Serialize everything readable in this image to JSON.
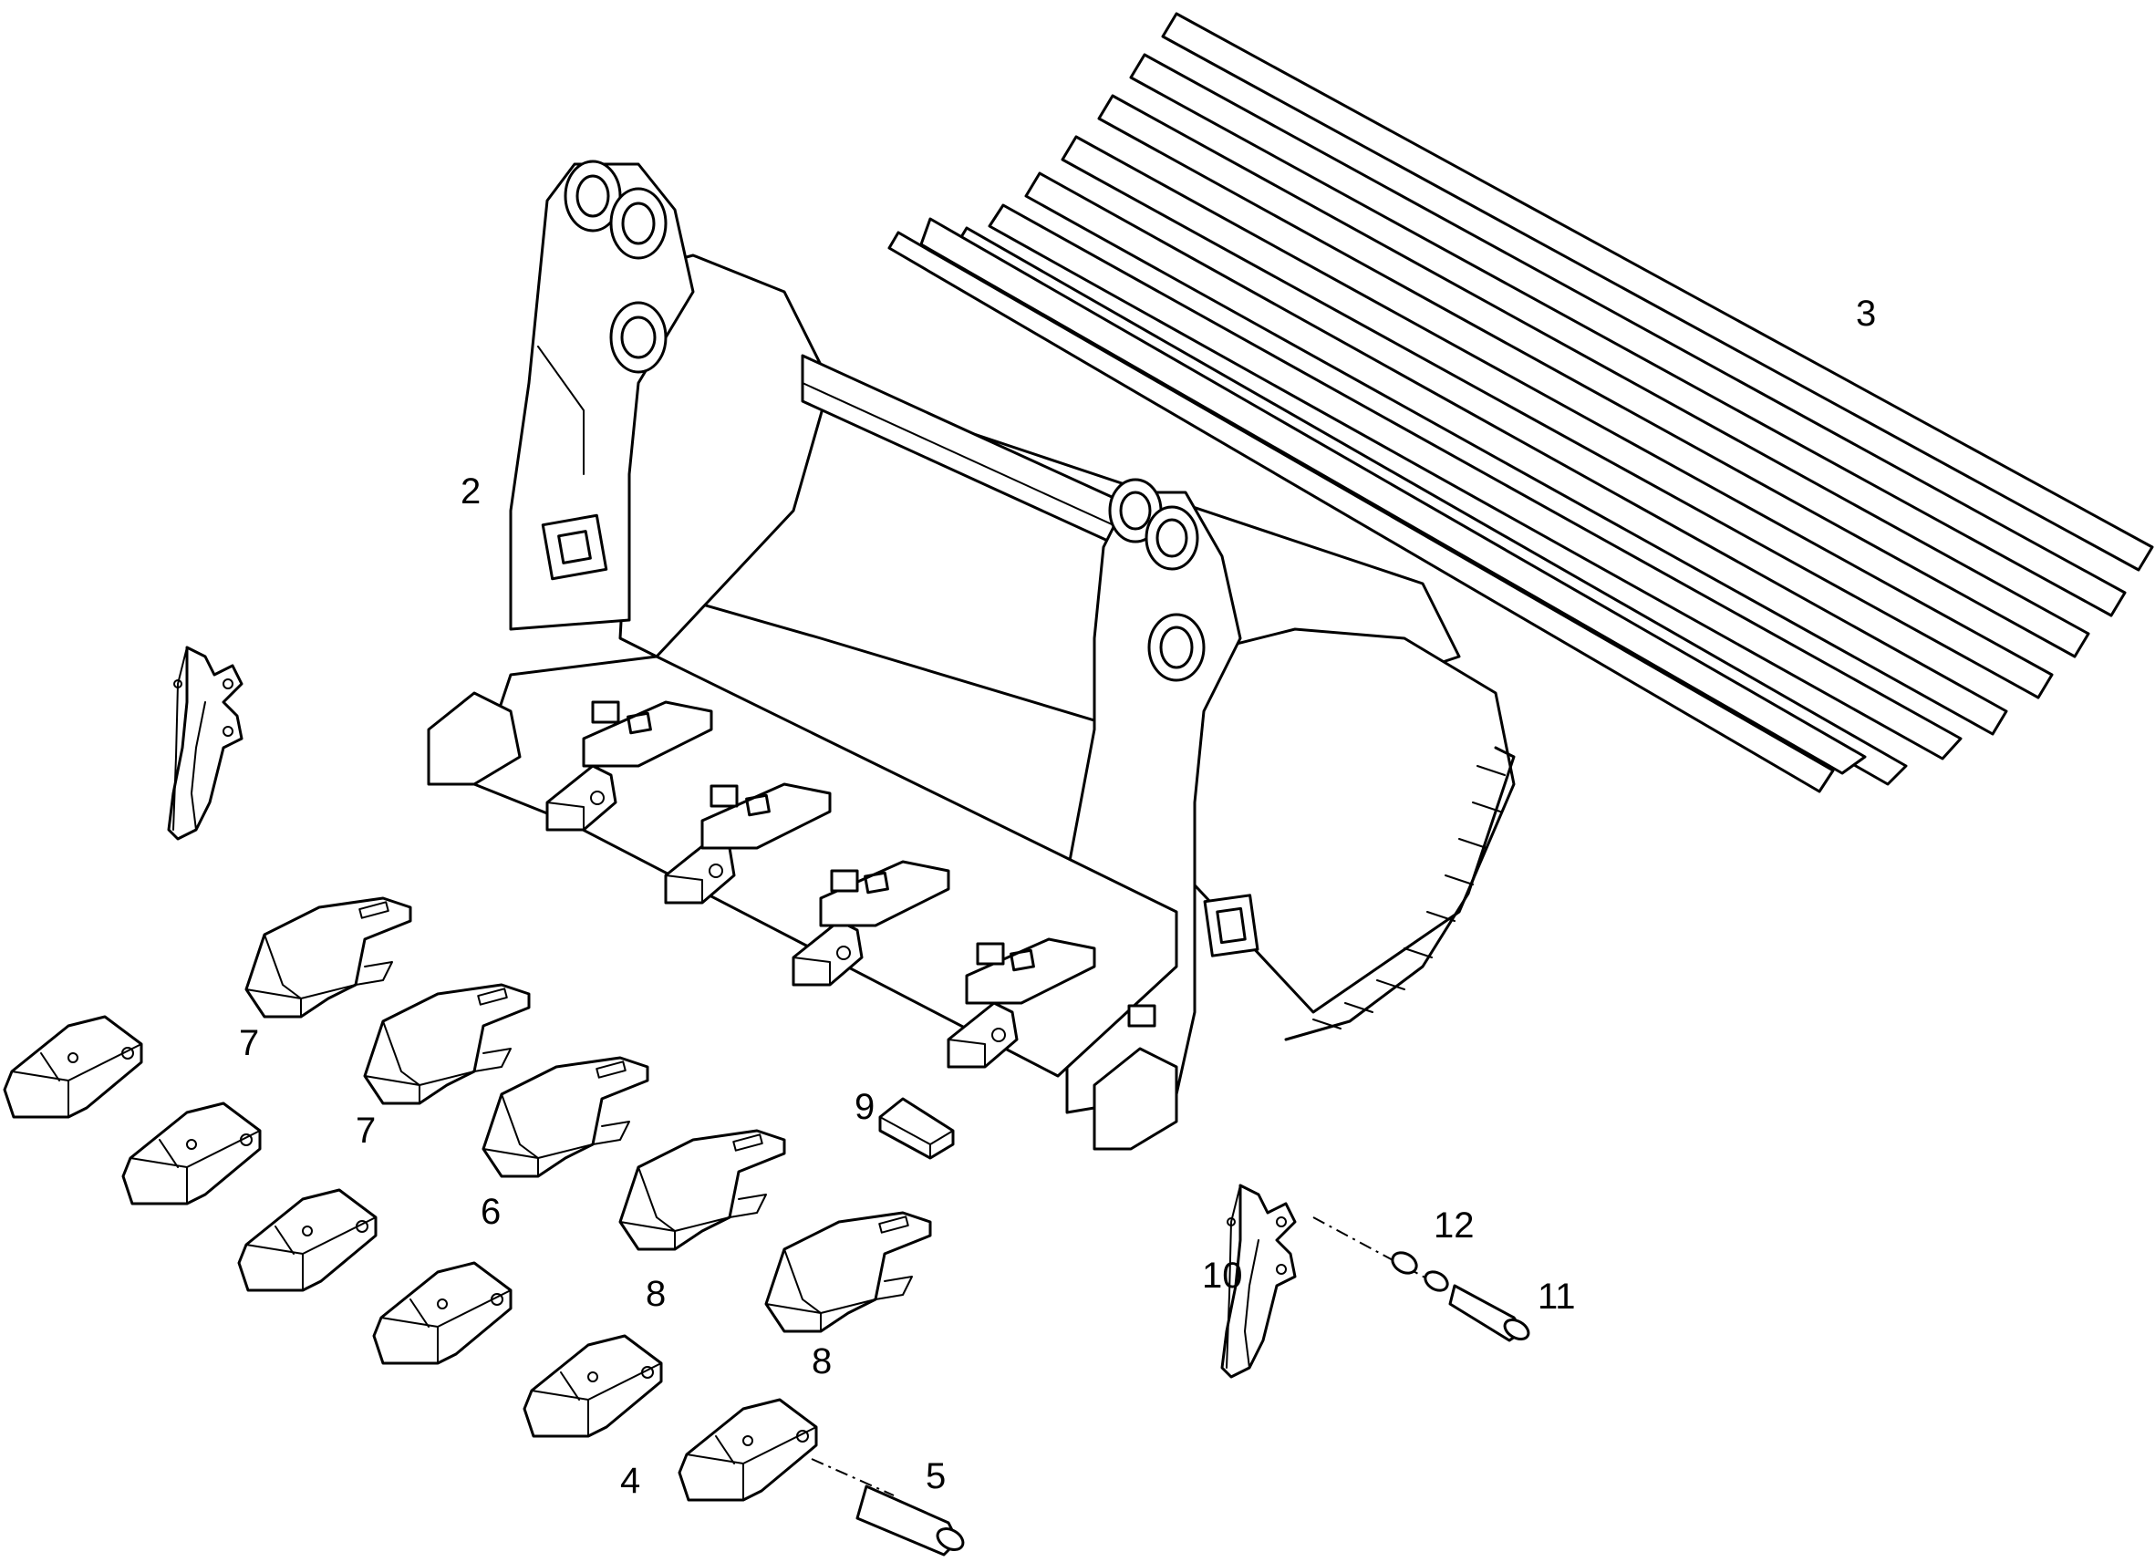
{
  "diagram": {
    "callouts": [
      {
        "id": "2",
        "label": "2"
      },
      {
        "id": "3",
        "label": "3"
      },
      {
        "id": "4",
        "label": "4"
      },
      {
        "id": "5",
        "label": "5"
      },
      {
        "id": "6",
        "label": "6"
      },
      {
        "id": "7a",
        "label": "7"
      },
      {
        "id": "7b",
        "label": "7"
      },
      {
        "id": "8a",
        "label": "8"
      },
      {
        "id": "8b",
        "label": "8"
      },
      {
        "id": "9",
        "label": "9"
      },
      {
        "id": "10",
        "label": "10"
      },
      {
        "id": "11",
        "label": "11"
      },
      {
        "id": "12",
        "label": "12"
      }
    ]
  }
}
